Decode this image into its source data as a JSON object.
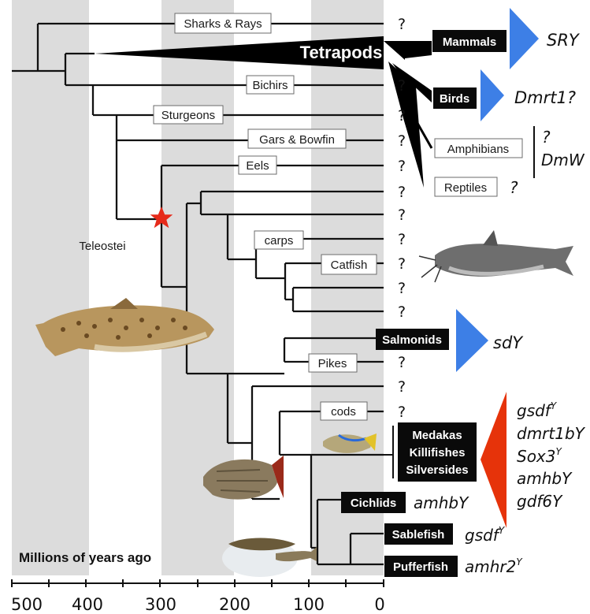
{
  "axis": {
    "title": "Millions of years ago",
    "ticks": [
      "500",
      "400",
      "300",
      "200",
      "100",
      "0"
    ]
  },
  "lineages": {
    "sharks_rays": "Sharks & Rays",
    "tetrapods": "Tetrapods",
    "bichirs": "Bichirs",
    "sturgeons": "Sturgeons",
    "gars_bowfin": "Gars & Bowfin",
    "eels": "Eels",
    "teleostei": "Teleostei",
    "carps": "carps",
    "catfish": "Catfish",
    "salmonids": "Salmonids",
    "pikes": "Pikes",
    "cods": "cods",
    "medakas": "Medakas",
    "killifishes": "Killifishes",
    "silversides": "Silversides",
    "cichlids": "Cichlids",
    "sablefish": "Sablefish",
    "pufferfish": "Pufferfish"
  },
  "tetrapod_groups": {
    "mammals": "Mammals",
    "birds": "Birds",
    "amphibians": "Amphibians",
    "reptiles": "Reptiles"
  },
  "unknown_mark": "?",
  "genes": {
    "mammals": "SRY",
    "birds": "Dmrt1?",
    "amphibians_q": "?",
    "amphibians": "DmW",
    "reptiles": "?",
    "salmonids": "sdY",
    "cichlids": "amhbY",
    "sablefish_base": "gsdf",
    "sablefish_sup": "Y",
    "pufferfish_base": "amhr2",
    "pufferfish_sup": "Y",
    "medaka_list": [
      {
        "base": "gsdf",
        "sup": "Y"
      },
      {
        "base": "dmrt1bY",
        "sup": ""
      },
      {
        "base": "Sox3",
        "sup": "Y"
      },
      {
        "base": "amhbY",
        "sup": ""
      },
      {
        "base": "gdf6Y",
        "sup": ""
      }
    ]
  },
  "colors": {
    "band": "#dcdcdc",
    "marker_blue": "#3d7fe6",
    "marker_red": "#e6330a",
    "star": "#e62a1a"
  }
}
